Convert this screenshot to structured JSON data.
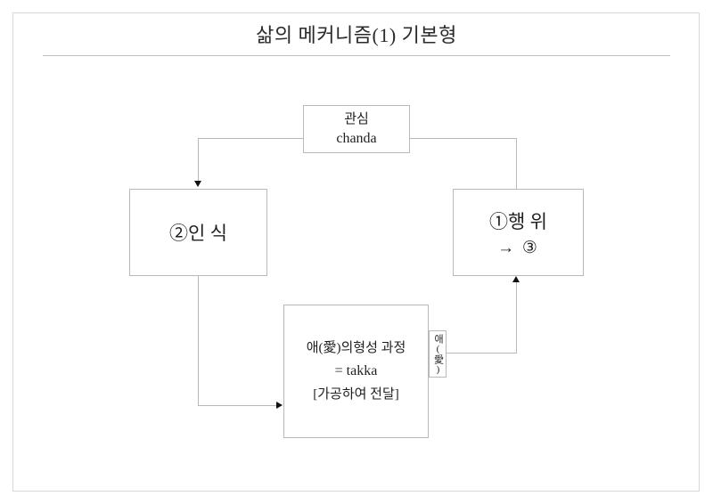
{
  "page": {
    "title": "삶의 메커니즘(1) 기본형",
    "frame_color": "#d8d8d8",
    "rule_color": "#bdbdbd",
    "box_border_color": "#b9b9b9",
    "arrow_color": "#111111",
    "background": "#ffffff"
  },
  "nodes": {
    "chanda": {
      "name": "관심",
      "pali": "chanda"
    },
    "perception": {
      "label": "②인 식"
    },
    "action": {
      "label": "①행 위",
      "sub": "→ ③"
    },
    "takka": {
      "line1": "애(愛)의형성 과정",
      "line2": "= takka",
      "line3": "[가공하여 전달]"
    },
    "ae_tag": {
      "label": "애(愛)"
    }
  },
  "connectors": [
    {
      "id": "chanda-to-perception",
      "from": "chanda",
      "to": "perception",
      "arrow": "down"
    },
    {
      "id": "chanda-to-action",
      "from": "chanda",
      "to": "action",
      "arrow": "none"
    },
    {
      "id": "perception-to-takka",
      "from": "perception",
      "to": "takka",
      "arrow": "right"
    },
    {
      "id": "ae-tag-to-action",
      "from": "ae_tag",
      "to": "action",
      "arrow": "up"
    }
  ]
}
